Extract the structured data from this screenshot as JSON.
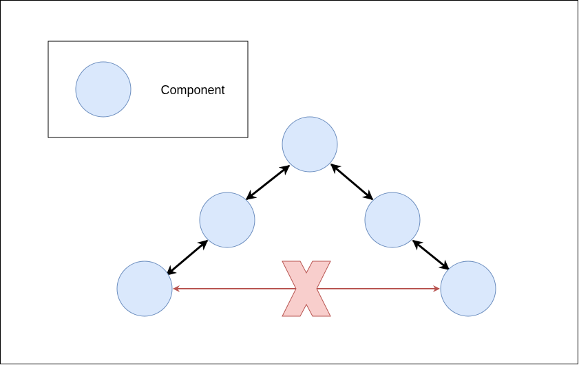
{
  "legend": {
    "label": "Component"
  },
  "colors": {
    "node_fill": "#dae8fc",
    "node_stroke": "#6c8ebf",
    "link": "#000000",
    "broken_link": "#b85450",
    "cross_fill": "#f8cecc",
    "cross_stroke": "#b85450",
    "frame": "#000000"
  },
  "diagram": {
    "nodes": [
      {
        "id": "top"
      },
      {
        "id": "mid-left"
      },
      {
        "id": "mid-right"
      },
      {
        "id": "bottom-left"
      },
      {
        "id": "bottom-right"
      }
    ],
    "links": [
      {
        "from": "mid-left",
        "to": "top",
        "type": "bidirectional"
      },
      {
        "from": "top",
        "to": "mid-right",
        "type": "bidirectional"
      },
      {
        "from": "bottom-left",
        "to": "mid-left",
        "type": "bidirectional"
      },
      {
        "from": "mid-right",
        "to": "bottom-right",
        "type": "bidirectional"
      },
      {
        "from": "bottom-left",
        "to": "bottom-right",
        "type": "blocked"
      }
    ]
  }
}
